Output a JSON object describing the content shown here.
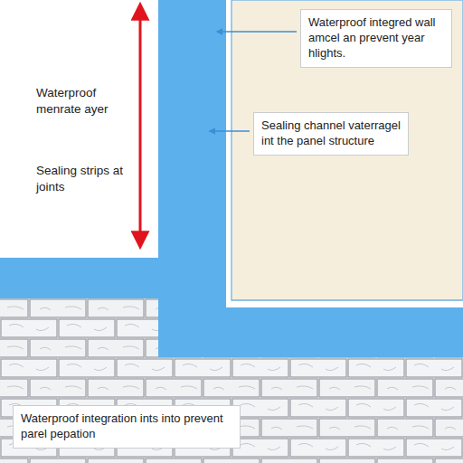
{
  "diagram": {
    "nodes": [
      {
        "text": [
          "Waterproof integred wall amcel an prevent year hlights."
        ]
      },
      {
        "text": [
          "Sealing channel vaterragel int the panel structure"
        ]
      },
      {
        "text": [
          "Waterproof integration ints into prevent parel pepation"
        ]
      }
    ],
    "labels": [
      "Waterproof menrate ayer",
      "Sealing strips at joints"
    ]
  }
}
